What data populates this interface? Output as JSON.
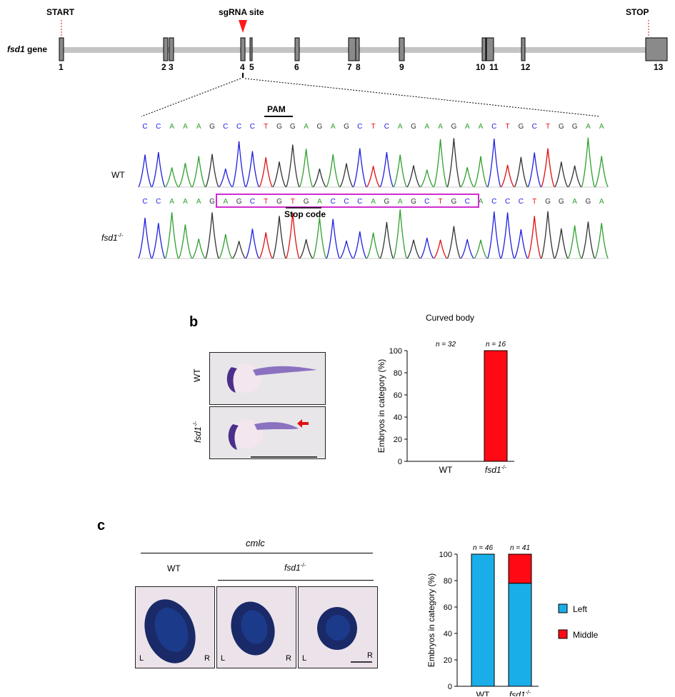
{
  "panel_a": {
    "start_label": "START",
    "stop_label": "STOP",
    "sgrna_label": "sgRNA site",
    "gene_label_italic": "fsd1",
    "gene_label_rest": " gene",
    "exon_numbers": [
      "1",
      "2",
      "3",
      "4",
      "5",
      "6",
      "7",
      "8",
      "9",
      "10",
      "11",
      "12",
      "13"
    ],
    "pam_label": "PAM",
    "stop_code_label": "Stop code",
    "wt_label": "WT",
    "mut_label_italic": "fsd1",
    "mut_label_sup": "-/-",
    "wt_sequence": [
      "C",
      "C",
      "A",
      "A",
      "A",
      "G",
      "C",
      "C",
      "C",
      "T",
      "G",
      "G",
      "A",
      "G",
      "A",
      "G",
      "C",
      "T",
      "C",
      "A",
      "G",
      "A",
      "A",
      "G",
      "A",
      "A",
      "C",
      "T",
      "G",
      "C",
      "T",
      "G",
      "G",
      "A",
      "A"
    ],
    "mut_sequence": [
      "C",
      "C",
      "A",
      "A",
      "A",
      "G",
      "A",
      "G",
      "C",
      "T",
      "G",
      "T",
      "G",
      "A",
      "C",
      "C",
      "C",
      "A",
      "G",
      "A",
      "G",
      "C",
      "T",
      "G",
      "C",
      "A",
      "C",
      "C",
      "C",
      "T",
      "G",
      "G",
      "A",
      "G",
      "A"
    ],
    "base_colors": {
      "A": "#2ea02e",
      "C": "#2020e0",
      "G": "#333333",
      "T": "#e01010"
    }
  },
  "panel_b": {
    "letter": "b",
    "wt_photo_label": "WT",
    "mut_photo_label_italic": "fsd1",
    "mut_photo_label_sup": "-/-"
  },
  "panel_c": {
    "letter": "c",
    "probe_label": "cmlc",
    "wt_label": "WT",
    "mut_label_italic": "fsd1",
    "mut_label_sup": "-/-",
    "left_label": "L",
    "right_label": "R"
  },
  "chart_data": [
    {
      "type": "bar",
      "title": "Curved body",
      "ylabel": "Embryos in category (%)",
      "categories": [
        "WT",
        "fsd1-/-"
      ],
      "ylim": [
        0,
        100
      ],
      "yticks": [
        0,
        20,
        40,
        60,
        80,
        100
      ],
      "annotations": [
        "n = 32",
        "n = 16"
      ],
      "series": [
        {
          "values": [
            0,
            100
          ],
          "color": "#ff0a14"
        }
      ]
    },
    {
      "type": "bar",
      "stacked": true,
      "title": "",
      "ylabel": "Embryos in category (%)",
      "categories": [
        "WT",
        "fsd1-/-"
      ],
      "ylim": [
        0,
        100
      ],
      "yticks": [
        0,
        20,
        40,
        60,
        80,
        100
      ],
      "annotations": [
        "n = 46",
        "n = 41"
      ],
      "series": [
        {
          "name": "Left",
          "values": [
            100,
            78
          ],
          "color": "#1aaee8"
        },
        {
          "name": "Middle",
          "values": [
            0,
            22
          ],
          "color": "#ff0a14"
        }
      ],
      "legend": "right"
    }
  ]
}
